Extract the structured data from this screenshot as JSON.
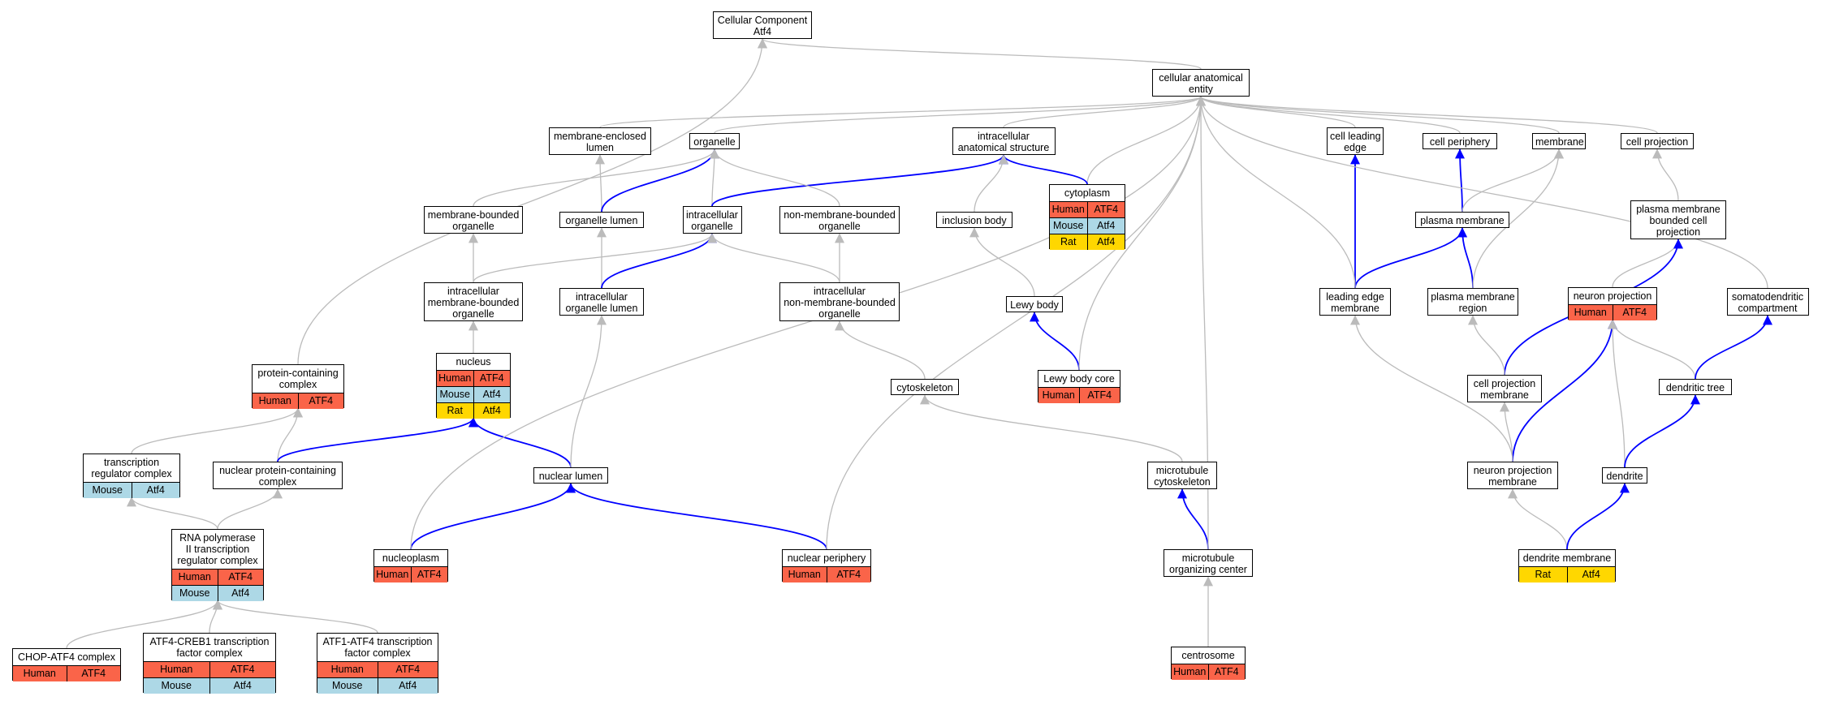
{
  "species_colors": {
    "Human": "#fa6449",
    "Mouse": "#add8e6",
    "Rat": "#ffd700"
  },
  "edge_colors": {
    "is_a": "#bbbbbb",
    "part_of": "#0000ff"
  },
  "nodes": [
    {
      "id": "cc",
      "lines": [
        "Cellular Component",
        "Atf4"
      ],
      "annotations": []
    },
    {
      "id": "cae",
      "lines": [
        "cellular anatomical",
        "entity"
      ],
      "annotations": []
    },
    {
      "id": "mel",
      "lines": [
        "membrane-enclosed",
        "lumen"
      ],
      "annotations": []
    },
    {
      "id": "org",
      "lines": [
        "organelle"
      ],
      "annotations": []
    },
    {
      "id": "ias",
      "lines": [
        "intracellular",
        "anatomical structure"
      ],
      "annotations": []
    },
    {
      "id": "cle",
      "lines": [
        "cell leading",
        "edge"
      ],
      "annotations": []
    },
    {
      "id": "cper",
      "lines": [
        "cell periphery"
      ],
      "annotations": []
    },
    {
      "id": "memb",
      "lines": [
        "membrane"
      ],
      "annotations": []
    },
    {
      "id": "cproj",
      "lines": [
        "cell projection"
      ],
      "annotations": []
    },
    {
      "id": "cyto",
      "lines": [
        "cytoplasm"
      ],
      "annotations": [
        [
          "Human",
          "ATF4"
        ],
        [
          "Mouse",
          "Atf4"
        ],
        [
          "Rat",
          "Atf4"
        ]
      ]
    },
    {
      "id": "mbo",
      "lines": [
        "membrane-bounded",
        "organelle"
      ],
      "annotations": []
    },
    {
      "id": "olum",
      "lines": [
        "organelle lumen"
      ],
      "annotations": []
    },
    {
      "id": "iorg",
      "lines": [
        "intracellular",
        "organelle"
      ],
      "annotations": []
    },
    {
      "id": "nmbo",
      "lines": [
        "non-membrane-bounded",
        "organelle"
      ],
      "annotations": []
    },
    {
      "id": "incb",
      "lines": [
        "inclusion body"
      ],
      "annotations": []
    },
    {
      "id": "pm",
      "lines": [
        "plasma membrane"
      ],
      "annotations": []
    },
    {
      "id": "pmbcp",
      "lines": [
        "plasma membrane",
        "bounded cell",
        "projection"
      ],
      "annotations": []
    },
    {
      "id": "imbo",
      "lines": [
        "intracellular",
        "membrane-bounded",
        "organelle"
      ],
      "annotations": []
    },
    {
      "id": "iol",
      "lines": [
        "intracellular",
        "organelle lumen"
      ],
      "annotations": []
    },
    {
      "id": "inmbo",
      "lines": [
        "intracellular",
        "non-membrane-bounded",
        "organelle"
      ],
      "annotations": []
    },
    {
      "id": "lewy",
      "lines": [
        "Lewy body"
      ],
      "annotations": []
    },
    {
      "id": "lem",
      "lines": [
        "leading edge",
        "membrane"
      ],
      "annotations": []
    },
    {
      "id": "pmr",
      "lines": [
        "plasma membrane",
        "region"
      ],
      "annotations": []
    },
    {
      "id": "np",
      "lines": [
        "neuron projection"
      ],
      "annotations": [
        [
          "Human",
          "ATF4"
        ]
      ]
    },
    {
      "id": "sdc",
      "lines": [
        "somatodendritic",
        "compartment"
      ],
      "annotations": []
    },
    {
      "id": "nuc",
      "lines": [
        "nucleus"
      ],
      "annotations": [
        [
          "Human",
          "ATF4"
        ],
        [
          "Mouse",
          "Atf4"
        ],
        [
          "Rat",
          "Atf4"
        ]
      ]
    },
    {
      "id": "pcc",
      "lines": [
        "protein-containing",
        "complex"
      ],
      "annotations": [
        [
          "Human",
          "ATF4"
        ]
      ]
    },
    {
      "id": "lbc",
      "lines": [
        "Lewy body core"
      ],
      "annotations": [
        [
          "Human",
          "ATF4"
        ]
      ]
    },
    {
      "id": "cytsk",
      "lines": [
        "cytoskeleton"
      ],
      "annotations": []
    },
    {
      "id": "cpm",
      "lines": [
        "cell projection",
        "membrane"
      ],
      "annotations": []
    },
    {
      "id": "dtree",
      "lines": [
        "dendritic tree"
      ],
      "annotations": []
    },
    {
      "id": "trc",
      "lines": [
        "transcription",
        "regulator complex"
      ],
      "annotations": [
        [
          "Mouse",
          "Atf4"
        ]
      ]
    },
    {
      "id": "npcc",
      "lines": [
        "nuclear protein-containing",
        "complex"
      ],
      "annotations": []
    },
    {
      "id": "nlum",
      "lines": [
        "nuclear lumen"
      ],
      "annotations": []
    },
    {
      "id": "mtcs",
      "lines": [
        "microtubule",
        "cytoskeleton"
      ],
      "annotations": []
    },
    {
      "id": "npm",
      "lines": [
        "neuron projection",
        "membrane"
      ],
      "annotations": []
    },
    {
      "id": "dend",
      "lines": [
        "dendrite"
      ],
      "annotations": []
    },
    {
      "id": "rnap",
      "lines": [
        "RNA polymerase",
        "II transcription",
        "regulator complex"
      ],
      "annotations": [
        [
          "Human",
          "ATF4"
        ],
        [
          "Mouse",
          "Atf4"
        ]
      ]
    },
    {
      "id": "nplasm",
      "lines": [
        "nucleoplasm"
      ],
      "annotations": [
        [
          "Human",
          "ATF4"
        ]
      ]
    },
    {
      "id": "nper",
      "lines": [
        "nuclear periphery"
      ],
      "annotations": [
        [
          "Human",
          "ATF4"
        ]
      ]
    },
    {
      "id": "mtoc",
      "lines": [
        "microtubule",
        "organizing center"
      ],
      "annotations": []
    },
    {
      "id": "dendm",
      "lines": [
        "dendrite membrane"
      ],
      "annotations": [
        [
          "Rat",
          "Atf4"
        ]
      ]
    },
    {
      "id": "chop",
      "lines": [
        "CHOP-ATF4 complex"
      ],
      "annotations": [
        [
          "Human",
          "ATF4"
        ]
      ]
    },
    {
      "id": "creb",
      "lines": [
        "ATF4-CREB1 transcription",
        "factor complex"
      ],
      "annotations": [
        [
          "Human",
          "ATF4"
        ],
        [
          "Mouse",
          "Atf4"
        ]
      ]
    },
    {
      "id": "atf1",
      "lines": [
        "ATF1-ATF4 transcription",
        "factor complex"
      ],
      "annotations": [
        [
          "Human",
          "ATF4"
        ],
        [
          "Mouse",
          "Atf4"
        ]
      ]
    },
    {
      "id": "centro",
      "lines": [
        "centrosome"
      ],
      "annotations": [
        [
          "Human",
          "ATF4"
        ]
      ]
    }
  ],
  "edges": [
    [
      "cae",
      "cc",
      "is_a"
    ],
    [
      "mel",
      "cae",
      "is_a"
    ],
    [
      "org",
      "cae",
      "is_a"
    ],
    [
      "ias",
      "cae",
      "is_a"
    ],
    [
      "cle",
      "cae",
      "is_a"
    ],
    [
      "cper",
      "cae",
      "is_a"
    ],
    [
      "memb",
      "cae",
      "is_a"
    ],
    [
      "cproj",
      "cae",
      "is_a"
    ],
    [
      "cyto",
      "cae",
      "is_a"
    ],
    [
      "cyto",
      "ias",
      "part_of"
    ],
    [
      "mbo",
      "org",
      "is_a"
    ],
    [
      "olum",
      "mel",
      "is_a"
    ],
    [
      "olum",
      "org",
      "part_of"
    ],
    [
      "iorg",
      "org",
      "is_a"
    ],
    [
      "iorg",
      "ias",
      "part_of"
    ],
    [
      "nmbo",
      "org",
      "is_a"
    ],
    [
      "incb",
      "ias",
      "is_a"
    ],
    [
      "pm",
      "cper",
      "part_of"
    ],
    [
      "pm",
      "memb",
      "is_a"
    ],
    [
      "pmbcp",
      "cproj",
      "is_a"
    ],
    [
      "imbo",
      "mbo",
      "is_a"
    ],
    [
      "imbo",
      "iorg",
      "is_a"
    ],
    [
      "iol",
      "olum",
      "is_a"
    ],
    [
      "iol",
      "iorg",
      "part_of"
    ],
    [
      "inmbo",
      "nmbo",
      "is_a"
    ],
    [
      "inmbo",
      "iorg",
      "is_a"
    ],
    [
      "lewy",
      "incb",
      "is_a"
    ],
    [
      "lem",
      "cle",
      "part_of"
    ],
    [
      "lem",
      "pm",
      "part_of"
    ],
    [
      "lem",
      "cae",
      "is_a"
    ],
    [
      "pmr",
      "pm",
      "part_of"
    ],
    [
      "pmr",
      "memb",
      "is_a"
    ],
    [
      "np",
      "pmbcp",
      "is_a"
    ],
    [
      "sdc",
      "cae",
      "is_a"
    ],
    [
      "nuc",
      "imbo",
      "is_a"
    ],
    [
      "pcc",
      "cc",
      "is_a"
    ],
    [
      "lbc",
      "lewy",
      "part_of"
    ],
    [
      "lbc",
      "cae",
      "is_a"
    ],
    [
      "cytsk",
      "inmbo",
      "is_a"
    ],
    [
      "cpm",
      "pmbcp",
      "part_of"
    ],
    [
      "cpm",
      "pmr",
      "is_a"
    ],
    [
      "dtree",
      "np",
      "is_a"
    ],
    [
      "dtree",
      "sdc",
      "part_of"
    ],
    [
      "trc",
      "pcc",
      "is_a"
    ],
    [
      "npcc",
      "pcc",
      "is_a"
    ],
    [
      "npcc",
      "nuc",
      "part_of"
    ],
    [
      "nlum",
      "nuc",
      "part_of"
    ],
    [
      "nlum",
      "iol",
      "is_a"
    ],
    [
      "mtcs",
      "cytsk",
      "is_a"
    ],
    [
      "npm",
      "cpm",
      "is_a"
    ],
    [
      "npm",
      "np",
      "part_of"
    ],
    [
      "npm",
      "lem",
      "is_a"
    ],
    [
      "dend",
      "np",
      "is_a"
    ],
    [
      "dend",
      "dtree",
      "part_of"
    ],
    [
      "rnap",
      "trc",
      "is_a"
    ],
    [
      "rnap",
      "npcc",
      "is_a"
    ],
    [
      "nplasm",
      "nlum",
      "part_of"
    ],
    [
      "nplasm",
      "cae",
      "is_a"
    ],
    [
      "nper",
      "nlum",
      "part_of"
    ],
    [
      "nper",
      "cae",
      "is_a"
    ],
    [
      "mtoc",
      "mtcs",
      "part_of"
    ],
    [
      "mtoc",
      "cae",
      "is_a"
    ],
    [
      "dendm",
      "npm",
      "is_a"
    ],
    [
      "dendm",
      "dend",
      "part_of"
    ],
    [
      "chop",
      "rnap",
      "is_a"
    ],
    [
      "creb",
      "rnap",
      "is_a"
    ],
    [
      "atf1",
      "rnap",
      "is_a"
    ],
    [
      "centro",
      "mtoc",
      "is_a"
    ]
  ]
}
